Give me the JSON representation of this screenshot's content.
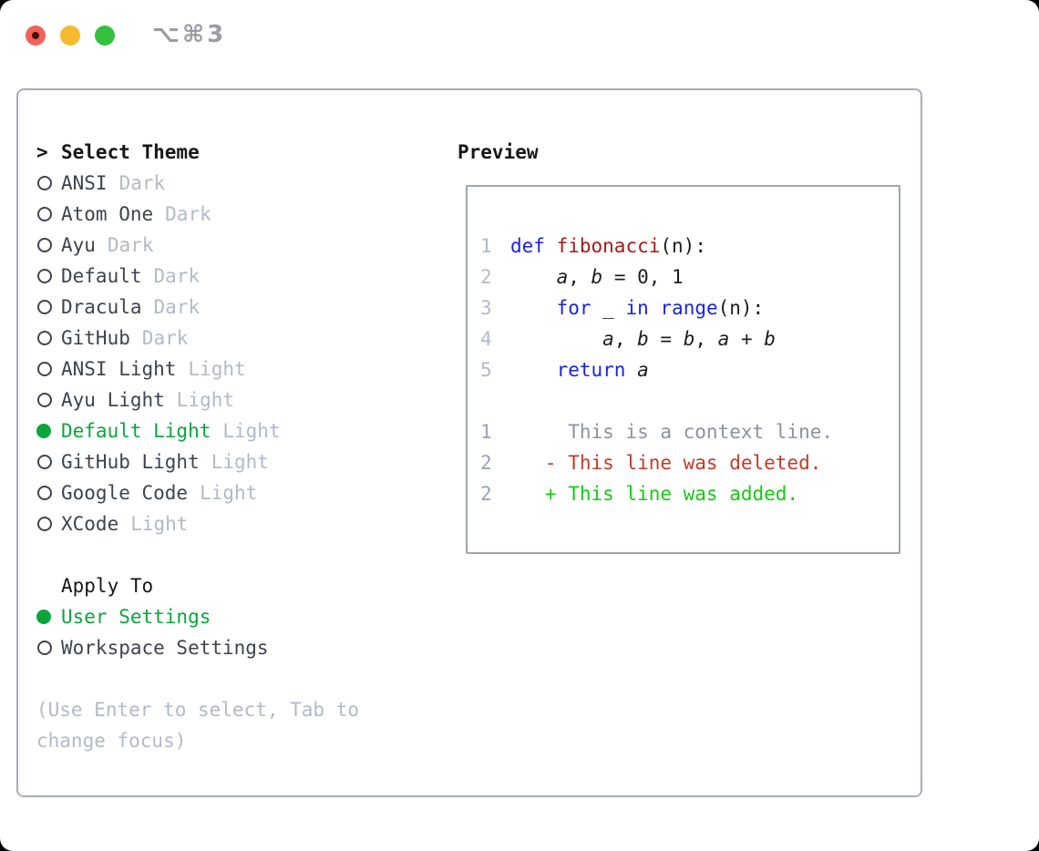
{
  "window": {
    "title": "⌥⌘3",
    "controls": [
      {
        "name": "close",
        "has_unsaved_dot": true
      },
      {
        "name": "minimize",
        "has_unsaved_dot": false
      },
      {
        "name": "zoom",
        "has_unsaved_dot": false
      }
    ]
  },
  "theme_panel": {
    "caret": ">",
    "title": "Select Theme",
    "themes": [
      {
        "name": "ANSI",
        "variant": "Dark",
        "selected": false
      },
      {
        "name": "Atom One",
        "variant": "Dark",
        "selected": false
      },
      {
        "name": "Ayu",
        "variant": "Dark",
        "selected": false
      },
      {
        "name": "Default",
        "variant": "Dark",
        "selected": false
      },
      {
        "name": "Dracula",
        "variant": "Dark",
        "selected": false
      },
      {
        "name": "GitHub",
        "variant": "Dark",
        "selected": false
      },
      {
        "name": "ANSI Light",
        "variant": "Light",
        "selected": false
      },
      {
        "name": "Ayu Light",
        "variant": "Light",
        "selected": false
      },
      {
        "name": "Default Light",
        "variant": "Light",
        "selected": true
      },
      {
        "name": "GitHub Light",
        "variant": "Light",
        "selected": false
      },
      {
        "name": "Google Code",
        "variant": "Light",
        "selected": false
      },
      {
        "name": "XCode",
        "variant": "Light",
        "selected": false
      }
    ],
    "apply_to": {
      "title": "Apply To",
      "options": [
        {
          "name": "User Settings",
          "selected": true
        },
        {
          "name": "Workspace Settings",
          "selected": false
        }
      ]
    },
    "help_text": "(Use Enter to select, Tab to change focus)"
  },
  "preview": {
    "title": "Preview",
    "lines": [
      {
        "num": "1",
        "diff": false,
        "tokens": [
          {
            "t": "def",
            "c": "kw"
          },
          {
            "t": " ",
            "c": "pl"
          },
          {
            "t": "fibonacci",
            "c": "fn"
          },
          {
            "t": "(n):",
            "c": "pl"
          }
        ]
      },
      {
        "num": "2",
        "diff": false,
        "tokens": [
          {
            "t": "    ",
            "c": "pl"
          },
          {
            "t": "a",
            "c": "vr"
          },
          {
            "t": ", ",
            "c": "pl"
          },
          {
            "t": "b",
            "c": "vr"
          },
          {
            "t": " = 0, 1",
            "c": "pl"
          }
        ]
      },
      {
        "num": "3",
        "diff": false,
        "tokens": [
          {
            "t": "    ",
            "c": "pl"
          },
          {
            "t": "for",
            "c": "kw"
          },
          {
            "t": " _ ",
            "c": "pl"
          },
          {
            "t": "in",
            "c": "kw"
          },
          {
            "t": " ",
            "c": "pl"
          },
          {
            "t": "range",
            "c": "kw"
          },
          {
            "t": "(n):",
            "c": "pl"
          }
        ]
      },
      {
        "num": "4",
        "diff": false,
        "tokens": [
          {
            "t": "        ",
            "c": "pl"
          },
          {
            "t": "a",
            "c": "vr"
          },
          {
            "t": ", ",
            "c": "pl"
          },
          {
            "t": "b",
            "c": "vr"
          },
          {
            "t": " = ",
            "c": "pl"
          },
          {
            "t": "b",
            "c": "vr"
          },
          {
            "t": ", ",
            "c": "pl"
          },
          {
            "t": "a",
            "c": "vr"
          },
          {
            "t": " + ",
            "c": "pl"
          },
          {
            "t": "b",
            "c": "vr"
          }
        ]
      },
      {
        "num": "5",
        "diff": false,
        "tokens": [
          {
            "t": "    ",
            "c": "pl"
          },
          {
            "t": "return",
            "c": "kw"
          },
          {
            "t": " ",
            "c": "pl"
          },
          {
            "t": "a",
            "c": "vr"
          }
        ]
      },
      {
        "num": "",
        "diff": false,
        "tokens": []
      },
      {
        "num": "1",
        "diff": true,
        "tokens": [
          {
            "t": "     This is a context line.",
            "c": "ctx"
          }
        ]
      },
      {
        "num": "2",
        "diff": true,
        "tokens": [
          {
            "t": "   - This line was deleted.",
            "c": "del"
          }
        ]
      },
      {
        "num": "2",
        "diff": true,
        "tokens": [
          {
            "t": "   + This line was added.",
            "c": "add"
          }
        ]
      }
    ]
  },
  "colors": {
    "tl_red": "#f4605a",
    "tl_red_dot": "#45100a",
    "tl_yellow": "#f6ba30",
    "tl_green": "#35c13f",
    "title_gray": "#9b9ba1",
    "panel_border": "#a7aeb8",
    "preview_border": "#9fa6b0",
    "ink_black": "#15171b",
    "ink_dark": "#3d444d",
    "circle_ink": "#3e454e",
    "muted": "#b2bac6",
    "green": "#0ba53e",
    "code_blue": "#1a23e2",
    "code_red": "#a31915",
    "code_ink": "#1c1d22",
    "lnum_code": "#b3bac4",
    "lnum_diff": "#9aa3b0",
    "diff_ctx": "#8d939c",
    "diff_del": "#c43a28",
    "diff_add": "#16c916"
  }
}
